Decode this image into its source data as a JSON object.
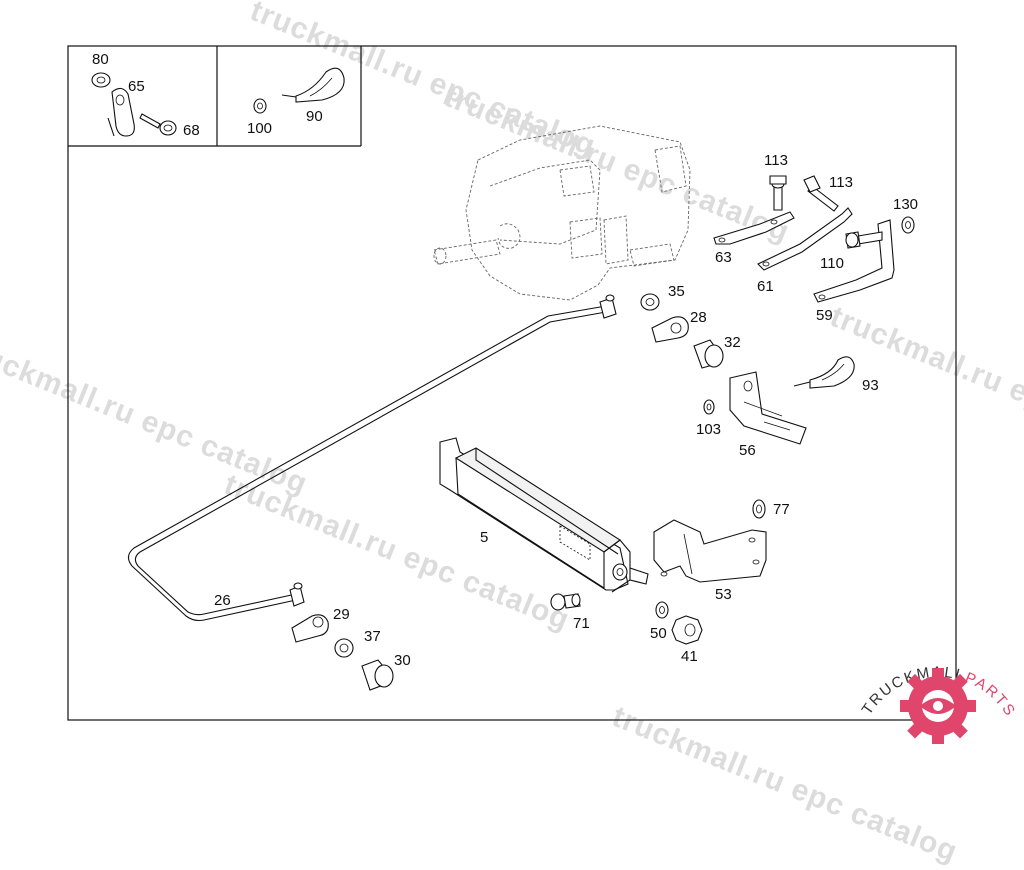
{
  "watermark": {
    "text_1": "truckmall.ru epc catalog",
    "text_2": "truckmall.ru epc catalog",
    "text_3": "truckmall.ru epc catalog",
    "text_4": "truckmall.ru epc catalog",
    "text_5": "truckmall.ru epc catalog",
    "text_6": "truckmall.ru epc catalog"
  },
  "legend_box": {
    "labels": [
      "80",
      "65",
      "68",
      "100",
      "90"
    ]
  },
  "parts": {
    "p5": "5",
    "p26": "26",
    "p28": "28",
    "p29": "29",
    "p30": "30",
    "p32": "32",
    "p35": "35",
    "p37": "37",
    "p41": "41",
    "p50": "50",
    "p53": "53",
    "p56": "56",
    "p59": "59",
    "p61": "61",
    "p63": "63",
    "p71": "71",
    "p77": "77",
    "p93": "93",
    "p103": "103",
    "p110": "110",
    "p113a": "113",
    "p113b": "113",
    "p130": "130"
  },
  "logo": {
    "text_dark": "TRUCKMALL",
    "text_accent": "PARTS",
    "accent_color": "#e0466b",
    "dark_color": "#333333"
  }
}
